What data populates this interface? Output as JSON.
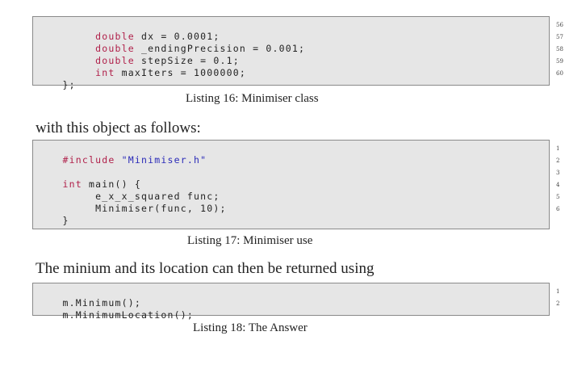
{
  "listing16": {
    "lines": [
      {
        "no": "56",
        "indent": "     ",
        "kw": "double",
        "rest": " dx = 0.0001;"
      },
      {
        "no": "57",
        "indent": "     ",
        "kw": "double",
        "rest": " _endingPrecision = 0.001;"
      },
      {
        "no": "58",
        "indent": "     ",
        "kw": "double",
        "rest": " stepSize = 0.1;"
      },
      {
        "no": "59",
        "indent": "     ",
        "kw": "int",
        "rest": " maxIters = 1000000;"
      },
      {
        "no": "60",
        "indent": "",
        "kw": "",
        "rest": "};"
      }
    ],
    "caption": "Listing 16: Minimiser class"
  },
  "paragraph1": "with this object as follows:",
  "listing17": {
    "lines": [
      {
        "no": "1",
        "indent": "",
        "kw": "#include",
        "str": "\"Minimiser.h\"",
        "rest": ""
      },
      {
        "no": "2",
        "indent": "",
        "kw": "",
        "rest": ""
      },
      {
        "no": "3",
        "indent": "",
        "kw": "int",
        "rest": " main() {"
      },
      {
        "no": "4",
        "indent": "     ",
        "kw": "",
        "rest": "e_x_x_squared func;"
      },
      {
        "no": "5",
        "indent": "     ",
        "kw": "",
        "rest": "Minimiser(func, 10);"
      },
      {
        "no": "6",
        "indent": "",
        "kw": "",
        "rest": "}"
      }
    ],
    "caption": "Listing 17: Minimiser use"
  },
  "paragraph2": "The minium and its location can then be returned using",
  "listing18": {
    "lines": [
      {
        "no": "1",
        "indent": "",
        "kw": "",
        "rest": "m.Minimum();"
      },
      {
        "no": "2",
        "indent": "",
        "kw": "",
        "rest": "m.MinimumLocation();"
      }
    ],
    "caption": "Listing 18: The Answer"
  },
  "colors": {
    "keyword": "#b0204a",
    "string": "#2a2ab8",
    "listing_bg": "#e6e6e6",
    "listing_border": "#8a8a8a"
  }
}
